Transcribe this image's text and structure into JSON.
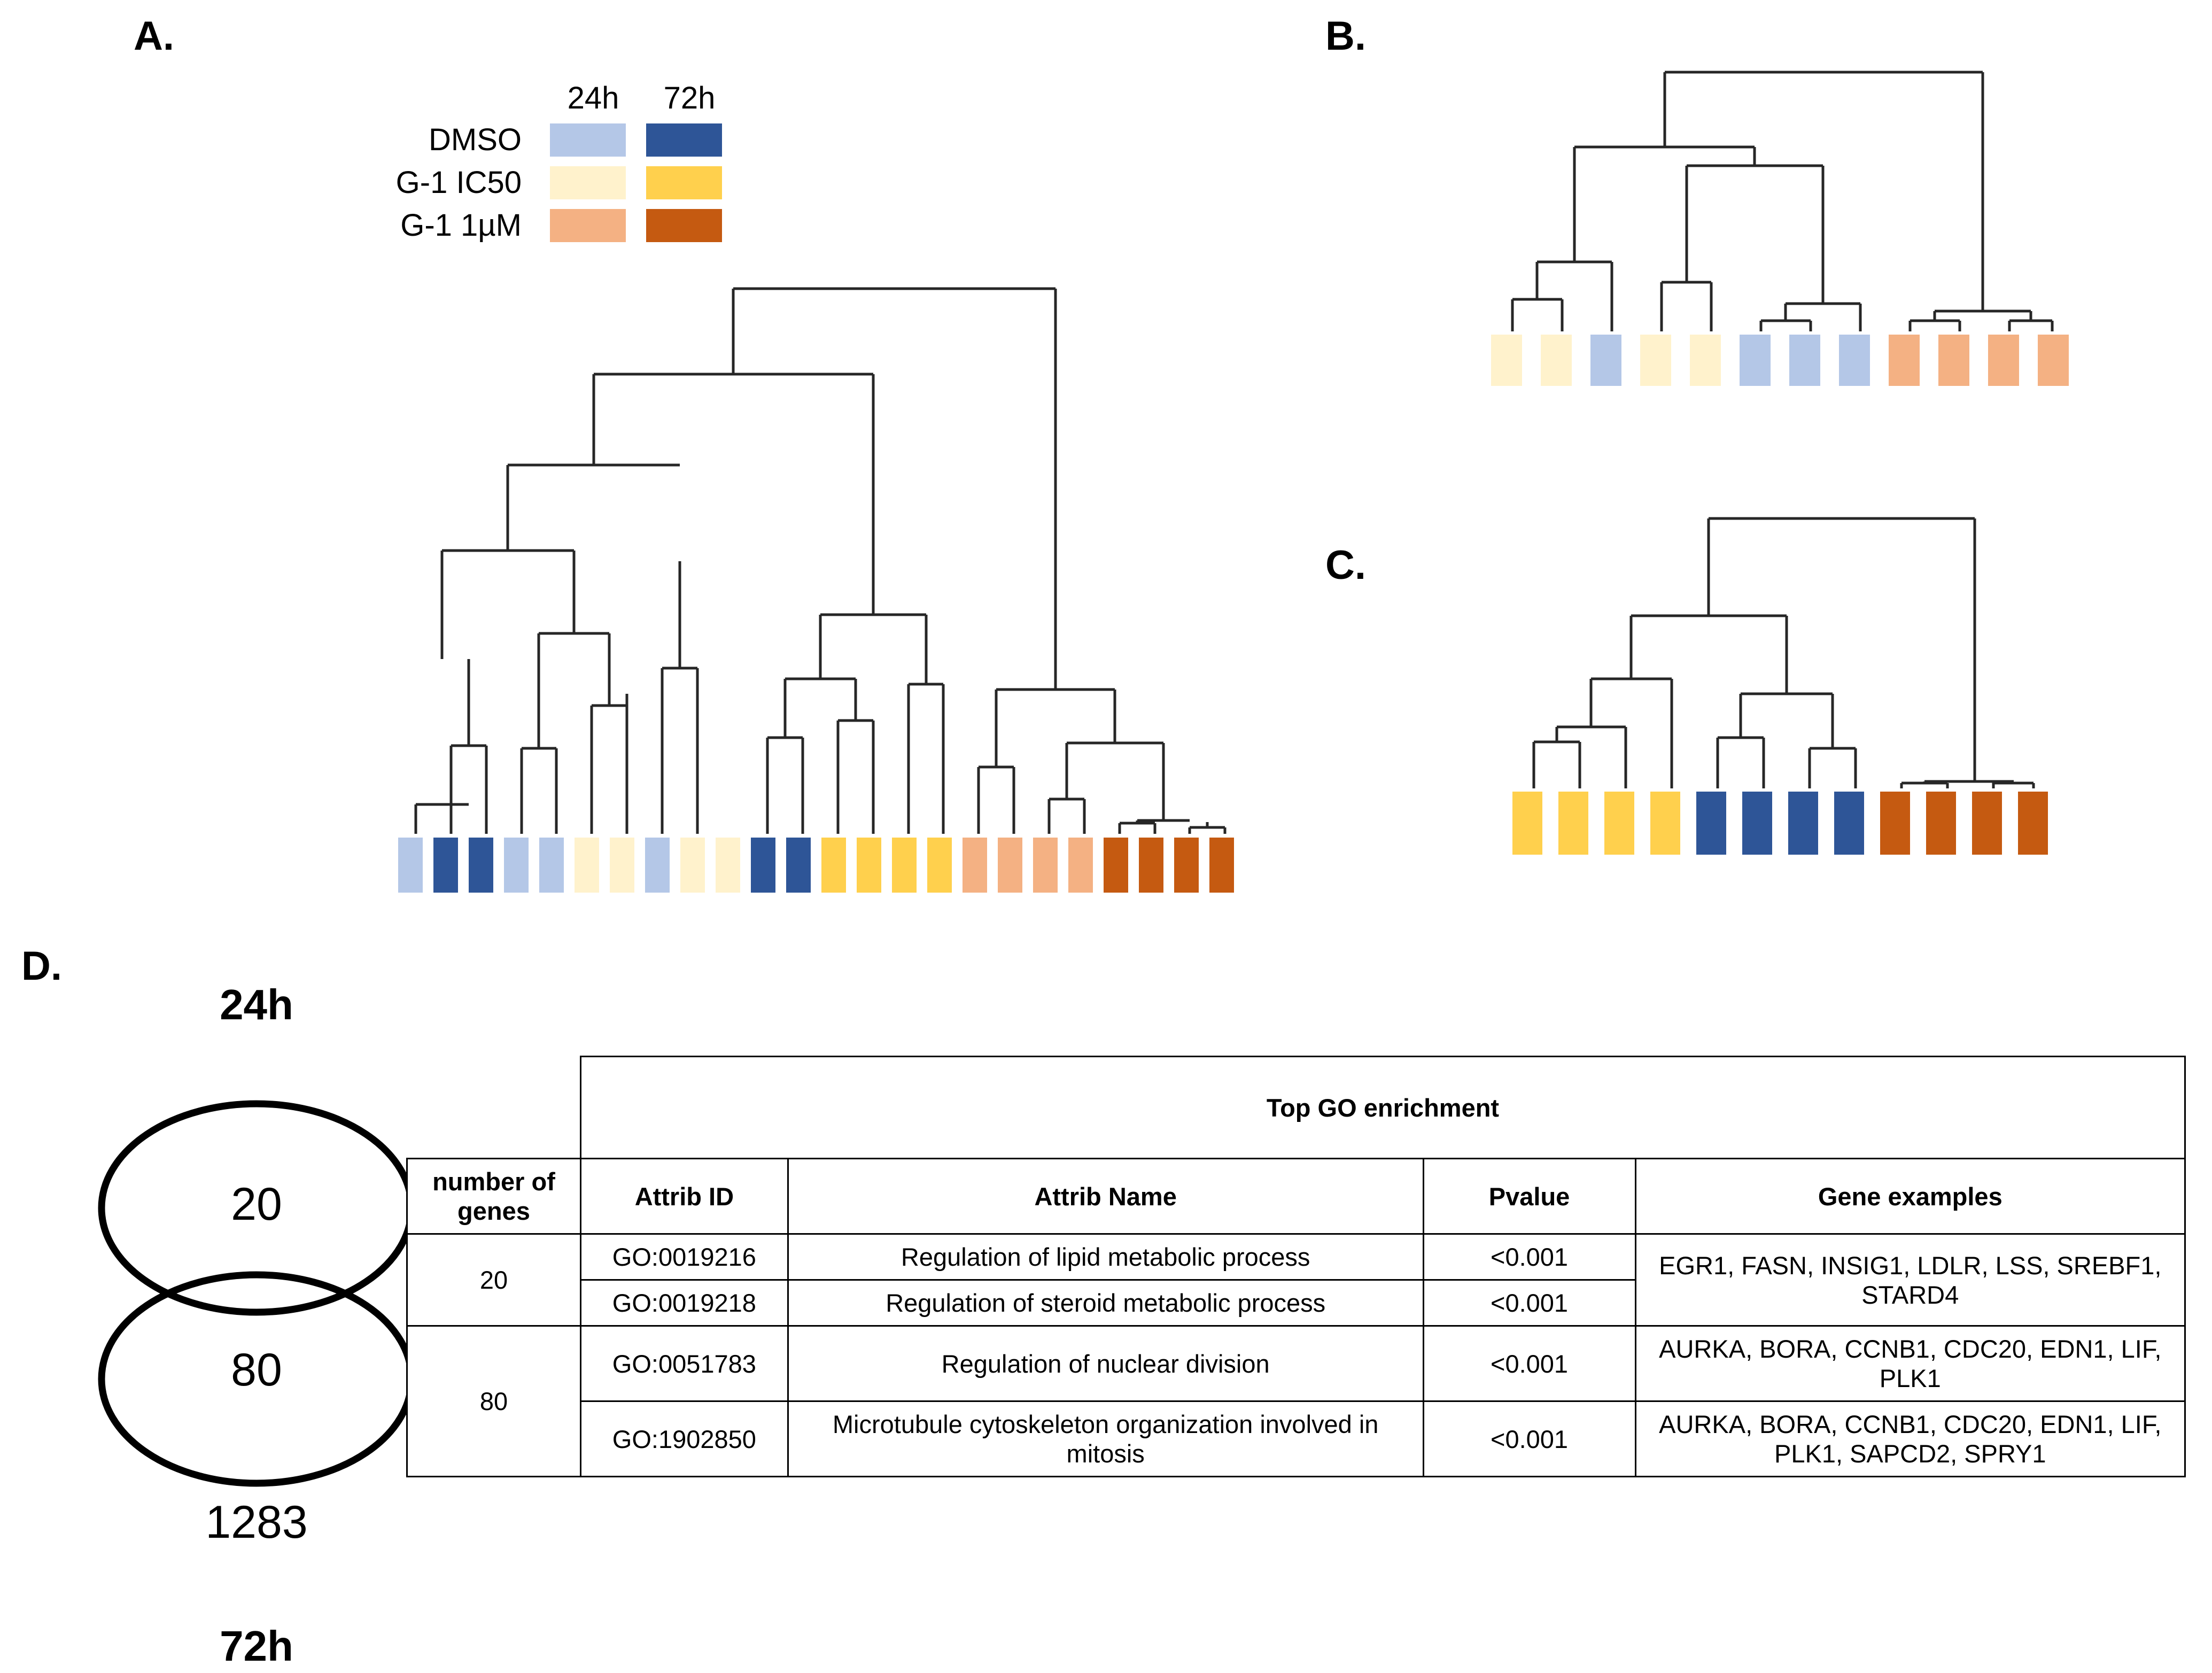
{
  "panels": {
    "a": {
      "letter": "A."
    },
    "b": {
      "letter": "B."
    },
    "c": {
      "letter": "C."
    },
    "d": {
      "letter": "D."
    }
  },
  "legend": {
    "times": [
      "24h",
      "72h"
    ],
    "rows": [
      {
        "label": "DMSO",
        "c24": "#b4c7e7",
        "c72": "#2e5597"
      },
      {
        "label": "G-1 IC50",
        "c24": "#fff2cc",
        "c72": "#ffd04d"
      },
      {
        "label": "G-1 1µM",
        "c24": "#f4b183",
        "c72": "#c55a11"
      }
    ]
  },
  "colors": {
    "dmso_24": "#b4c7e7",
    "dmso_72": "#2e5597",
    "ic50_24": "#fff2cc",
    "ic50_72": "#ffd04d",
    "um1_24": "#f4b183",
    "um1_72": "#c55a11",
    "line": "#262626"
  },
  "chart_data": [
    {
      "type": "dendrogram",
      "panel": "A",
      "title": "",
      "n_leaves": 24,
      "leaf_colors": [
        "#b4c7e7",
        "#2e5597",
        "#2e5597",
        "#b4c7e7",
        "#b4c7e7",
        "#fff2cc",
        "#fff2cc",
        "#b4c7e7",
        "#fff2cc",
        "#fff2cc",
        "#2e5597",
        "#2e5597",
        "#ffd04d",
        "#ffd04d",
        "#ffd04d",
        "#ffd04d",
        "#f4b183",
        "#f4b183",
        "#f4b183",
        "#f4b183",
        "#c55a11",
        "#c55a11",
        "#c55a11",
        "#c55a11"
      ],
      "leaf_groups": [
        "DMSO 24h",
        "DMSO 72h",
        "DMSO 72h",
        "DMSO 24h",
        "DMSO 24h",
        "G-1 IC50 24h",
        "G-1 IC50 24h",
        "DMSO 24h",
        "G-1 IC50 24h",
        "G-1 IC50 24h",
        "DMSO 72h",
        "DMSO 72h",
        "G-1 IC50 72h",
        "G-1 IC50 72h",
        "G-1 IC50 72h",
        "G-1 IC50 72h",
        "G-1 1µM 24h",
        "G-1 1µM 24h",
        "G-1 1µM 24h",
        "G-1 1µM 24h",
        "G-1 1µM 72h",
        "G-1 1µM 72h",
        "G-1 1µM 72h",
        "G-1 1µM 72h"
      ]
    },
    {
      "type": "dendrogram",
      "panel": "B",
      "title": "",
      "n_leaves": 12,
      "leaf_colors": [
        "#fff2cc",
        "#fff2cc",
        "#b4c7e7",
        "#fff2cc",
        "#fff2cc",
        "#b4c7e7",
        "#b4c7e7",
        "#b4c7e7",
        "#f4b183",
        "#f4b183",
        "#f4b183",
        "#f4b183"
      ],
      "leaf_groups": [
        "G-1 IC50 24h",
        "G-1 IC50 24h",
        "DMSO 24h",
        "G-1 IC50 24h",
        "G-1 IC50 24h",
        "DMSO 24h",
        "DMSO 24h",
        "DMSO 24h",
        "G-1 1µM 24h",
        "G-1 1µM 24h",
        "G-1 1µM 24h",
        "G-1 1µM 24h"
      ]
    },
    {
      "type": "dendrogram",
      "panel": "C",
      "title": "",
      "n_leaves": 12,
      "leaf_colors": [
        "#ffd04d",
        "#ffd04d",
        "#ffd04d",
        "#ffd04d",
        "#2e5597",
        "#2e5597",
        "#2e5597",
        "#2e5597",
        "#c55a11",
        "#c55a11",
        "#c55a11",
        "#c55a11"
      ],
      "leaf_groups": [
        "G-1 IC50 72h",
        "G-1 IC50 72h",
        "G-1 IC50 72h",
        "G-1 IC50 72h",
        "DMSO 72h",
        "DMSO 72h",
        "DMSO 72h",
        "DMSO 72h",
        "G-1 1µM 72h",
        "G-1 1µM 72h",
        "G-1 1µM 72h",
        "G-1 1µM 72h"
      ]
    },
    {
      "type": "venn",
      "panel": "D",
      "set_labels": [
        "24h",
        "72h"
      ],
      "values": {
        "only_24h": "20",
        "shared": "80",
        "only_72h": "1283"
      }
    }
  ],
  "venn": {
    "top_label": "24h",
    "bottom_label": "72h",
    "top_value": "20",
    "shared_value": "80",
    "bottom_value": "1283"
  },
  "table": {
    "supertitle": "Top GO enrichment",
    "headers": {
      "number_of_genes": "number of genes",
      "attrib_id": "Attrib ID",
      "attrib_name": "Attrib Name",
      "pvalue": "Pvalue",
      "gene_examples": "Gene examples"
    },
    "groups": [
      {
        "number_of_genes": "20",
        "gene_examples": "EGR1, FASN, INSIG1, LDLR, LSS,  SREBF1, STARD4",
        "rows": [
          {
            "attrib_id": "GO:0019216",
            "attrib_name": "Regulation of lipid metabolic process",
            "pvalue": "<0.001"
          },
          {
            "attrib_id": "GO:0019218",
            "attrib_name": "Regulation of steroid metabolic process",
            "pvalue": "<0.001"
          }
        ]
      },
      {
        "number_of_genes": "80",
        "rows": [
          {
            "attrib_id": "GO:0051783",
            "attrib_name": "Regulation of nuclear division",
            "pvalue": "<0.001",
            "gene_examples": "AURKA, BORA, CCNB1, CDC20, EDN1, LIF, PLK1"
          },
          {
            "attrib_id": "GO:1902850",
            "attrib_name": "Microtubule cytoskeleton organization involved in mitosis",
            "pvalue": "<0.001",
            "gene_examples": "AURKA, BORA, CCNB1, CDC20, EDN1, LIF, PLK1,  SAPCD2, SPRY1"
          }
        ]
      }
    ]
  }
}
